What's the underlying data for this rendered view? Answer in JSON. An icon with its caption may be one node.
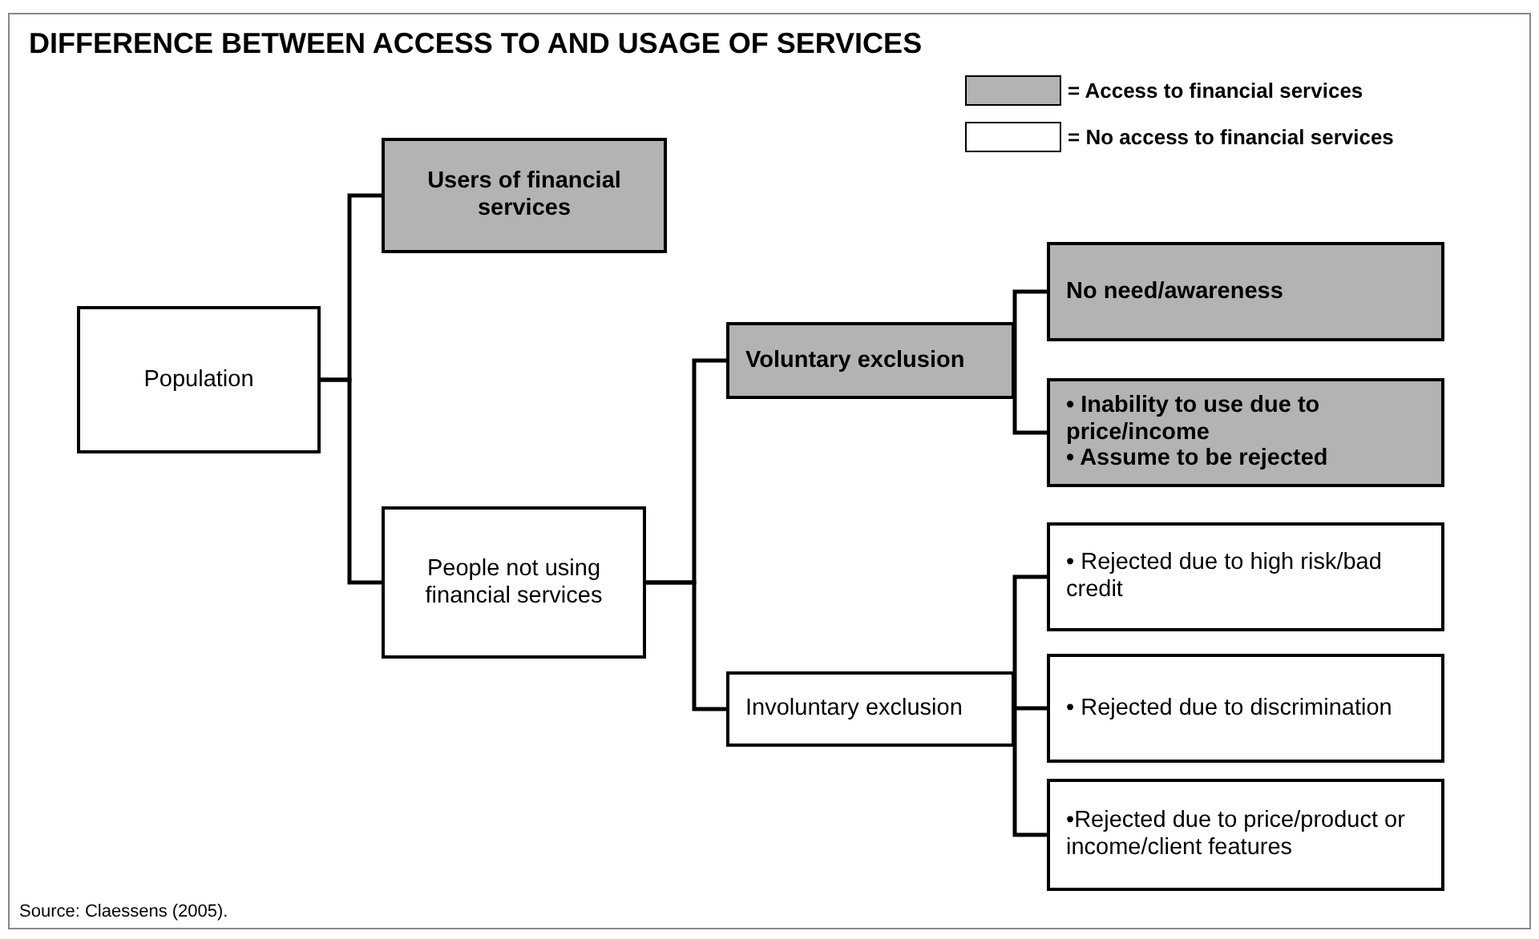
{
  "diagram": {
    "title": "DIFFERENCE BETWEEN ACCESS TO AND USAGE OF SERVICES",
    "nodes": [
      {
        "text": [
          "Population"
        ]
      },
      {
        "text": [
          "Users of financial services"
        ]
      },
      {
        "text": [
          "People not using financial services"
        ]
      },
      {
        "text": [
          "Voluntary exclusion"
        ]
      },
      {
        "text": [
          "Involuntary exclusion"
        ]
      },
      {
        "text": [
          "No need/awareness"
        ]
      },
      {
        "text": [
          "• Inability to use due to price/income",
          "• Assume to be rejected"
        ]
      },
      {
        "text": [
          "• Rejected due to high risk/bad credit"
        ]
      },
      {
        "text": [
          "• Rejected due to discrimination"
        ]
      },
      {
        "text": [
          "•Rejected due to price/product or income/client features"
        ]
      }
    ],
    "edges": [
      {
        "from": 0,
        "to": 1,
        "arrow": "none"
      },
      {
        "from": 0,
        "to": 2,
        "arrow": "none"
      },
      {
        "from": 2,
        "to": 3,
        "arrow": "none"
      },
      {
        "from": 2,
        "to": 4,
        "arrow": "none"
      },
      {
        "from": 3,
        "to": 5,
        "arrow": "none"
      },
      {
        "from": 3,
        "to": 6,
        "arrow": "none"
      },
      {
        "from": 4,
        "to": 7,
        "arrow": "none"
      },
      {
        "from": 4,
        "to": 8,
        "arrow": "none"
      },
      {
        "from": 4,
        "to": 9,
        "arrow": "none"
      }
    ],
    "labels": [
      "Source: Claessens (2005)."
    ],
    "legend": [
      {
        "text": "= Access to financial services",
        "color": "#b3b3b3"
      },
      {
        "text": "= No access to financial services",
        "color": "#ffffff"
      }
    ]
  }
}
